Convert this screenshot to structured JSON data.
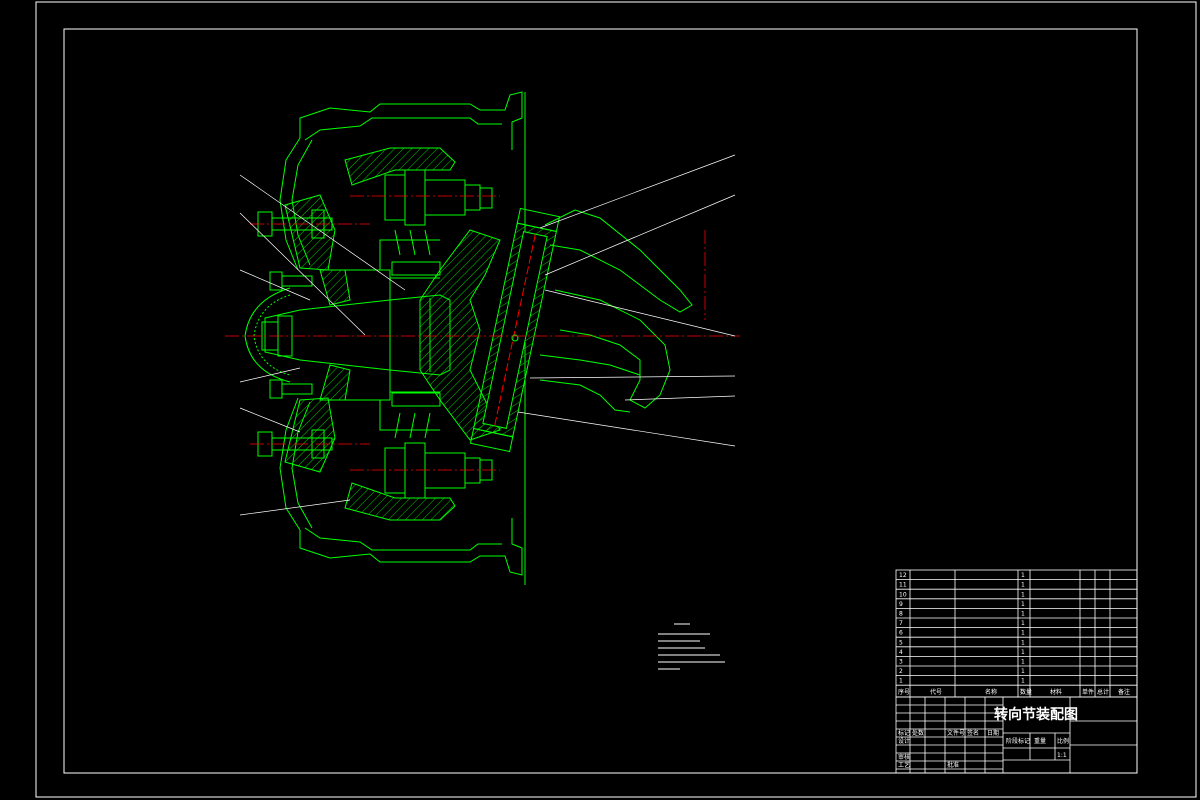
{
  "colors": {
    "background": "#000000",
    "border": "#ffffff",
    "geometry": "#00ff00",
    "centerline": "#ff0000",
    "hatch": "#00cc00",
    "leader": "#ffffff",
    "table": "#ffffff"
  },
  "drawing": {
    "title": "转向节装配图"
  },
  "parts_table": {
    "headers": [
      "序号",
      "代号",
      "名称",
      "数量",
      "材料",
      "单件",
      "总计",
      "备注"
    ],
    "rows": [
      {
        "no": "12",
        "code": "",
        "name": "",
        "qty": "1"
      },
      {
        "no": "11",
        "code": "",
        "name": "",
        "qty": "1"
      },
      {
        "no": "10",
        "code": "",
        "name": "",
        "qty": "1"
      },
      {
        "no": "9",
        "code": "",
        "name": "",
        "qty": "1"
      },
      {
        "no": "8",
        "code": "",
        "name": "",
        "qty": "1"
      },
      {
        "no": "7",
        "code": "",
        "name": "",
        "qty": "1"
      },
      {
        "no": "6",
        "code": "",
        "name": "",
        "qty": "1"
      },
      {
        "no": "5",
        "code": "",
        "name": "",
        "qty": "1"
      },
      {
        "no": "4",
        "code": "",
        "name": "",
        "qty": "1"
      },
      {
        "no": "3",
        "code": "",
        "name": "",
        "qty": "1"
      },
      {
        "no": "2",
        "code": "",
        "name": "",
        "qty": "1"
      },
      {
        "no": "1",
        "code": "",
        "name": "",
        "qty": "1"
      }
    ]
  },
  "title_block": {
    "labels": {
      "mark": "标记",
      "count": "处数",
      "file_no": "文件号",
      "sign": "签名",
      "date": "日期",
      "design": "设计",
      "review": "审核",
      "process": "工艺",
      "approve": "批准",
      "stage": "阶段标记",
      "weight": "重量",
      "scale": "比例",
      "scale_value": "1:1"
    }
  }
}
